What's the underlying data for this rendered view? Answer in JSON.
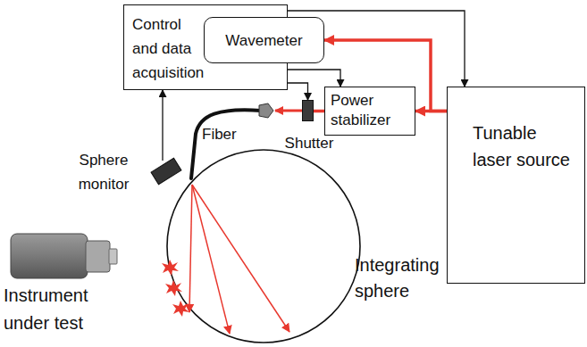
{
  "diagram": {
    "nodes": [
      {
        "text": [
          "Control and data acquisition"
        ]
      },
      {
        "text": [
          "Wavemeter"
        ]
      },
      {
        "text": [
          "Power stabilizer"
        ]
      },
      {
        "text": [
          "Shutter"
        ]
      },
      {
        "text": [
          "Tunable laser source"
        ]
      },
      {
        "text": [
          "Sphere monitor"
        ]
      }
    ],
    "edges": [
      {
        "from": 0,
        "to": 4,
        "arrow": "to"
      },
      {
        "from": 1,
        "to": 0,
        "arrow": "to"
      },
      {
        "from": 0,
        "to": 2,
        "arrow": "to"
      },
      {
        "from": 0,
        "to": 3,
        "arrow": "to"
      },
      {
        "from": 5,
        "to": 0,
        "arrow": "to"
      },
      {
        "from": 4,
        "to": 2,
        "arrow": "to"
      },
      {
        "from": 4,
        "to": 1,
        "arrow": "to"
      },
      {
        "from": 2,
        "to": 3,
        "arrow": "none"
      }
    ],
    "labels": [
      "Fiber",
      "Integrating sphere",
      "Instrument under test"
    ]
  }
}
